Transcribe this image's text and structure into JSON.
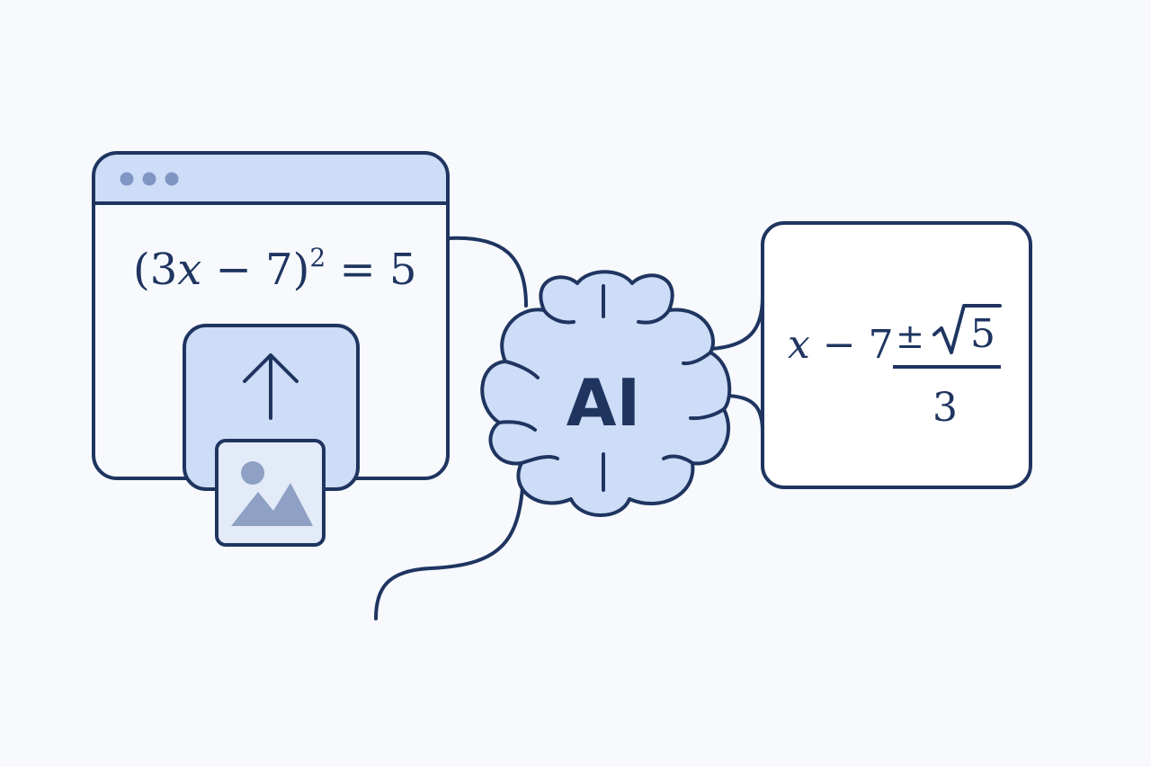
{
  "input_window": {
    "equation": {
      "open_paren": "(",
      "coef": "3",
      "var": "x",
      "minus_term": " − 7",
      "close_paren": ")",
      "exponent": "2",
      "rhs": " = 5"
    }
  },
  "upload": {
    "icon": "upload-arrow-icon",
    "image_icon": "image-thumbnail-icon"
  },
  "ai_node": {
    "label": "AI",
    "icon": "brain-icon"
  },
  "result_box": {
    "var": "x",
    "lhs_rest": " − 7",
    "plus_minus": "±",
    "radicand": "5",
    "denominator": "3"
  },
  "colors": {
    "stroke": "#1f3560",
    "fill_light": "#cddcf7",
    "fill_pale": "#e3eaf8",
    "dots": "#7f95c4",
    "background": "#f7f9fd"
  }
}
